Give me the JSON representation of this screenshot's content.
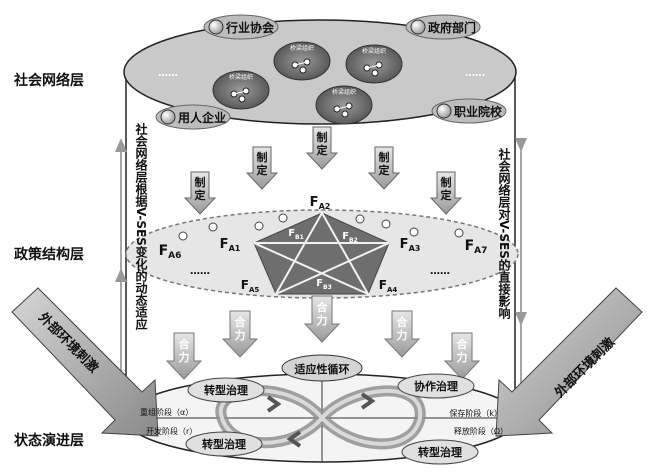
{
  "layers": {
    "social": "社会网络层",
    "policy": "政策结构层",
    "state": "状态演进层"
  },
  "actors": {
    "industry": "行业协会",
    "government": "政府部门",
    "enterprise": "用人企业",
    "college": "职业院校"
  },
  "cluster_label": "桥梁组织",
  "ellipsis": "……",
  "formulate": "制定",
  "combine": "合力",
  "side_left": "社会网络层根据V-SES变化的动态适应",
  "side_right": "社会网络层对V-SES的直接影响",
  "external_left": "外部环境刺激",
  "external_right": "外部环境刺激",
  "policy_nodes": {
    "A1": "FA1",
    "A2": "FA2",
    "A3": "FA3",
    "A4": "FA4",
    "A5": "FA5",
    "A6": "FA6",
    "A7": "FA7",
    "B1": "FB1",
    "B2": "FB2",
    "B3": "FB3"
  },
  "cycle": {
    "title": "适应性循环",
    "transform_top": "转型治理",
    "transform_bottom": "转型治理",
    "transform_right": "转型治理",
    "collab": "协作治理",
    "reorg": "重组阶段（α）",
    "develop": "开发阶段（r）",
    "conserve": "保存阶段（k）",
    "release": "释放阶段（Ω）"
  },
  "colors": {
    "disc_fill": "#c9c9c9",
    "pentagon": "#6e6e6e",
    "arrow_fill": "#bdbdbd"
  }
}
